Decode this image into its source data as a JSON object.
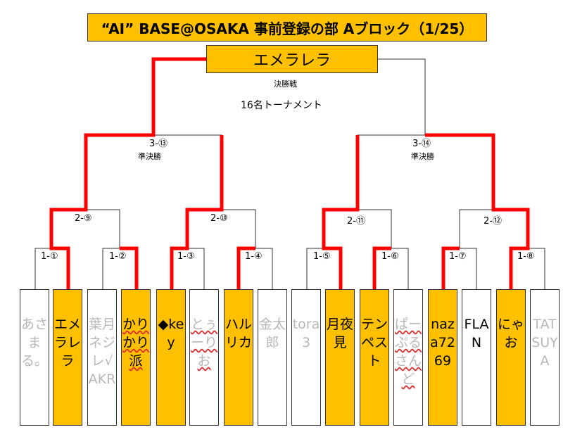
{
  "title": "“AI” BASE@OSAKA 事前登録の部 Aブロック（1/25）",
  "champion": "エメラレラ",
  "final_label": "決勝戦",
  "bracket_size": "16名トーナメント",
  "semifinal_word": "準決勝",
  "matches": {
    "r1": [
      "1-①",
      "1-②",
      "1-③",
      "1-④",
      "1-⑤",
      "1-⑥",
      "1-⑦",
      "1-⑧"
    ],
    "r2": [
      "2-⑨",
      "2-⑩",
      "2-⑪",
      "2-⑫"
    ],
    "r3": [
      "3-⑬",
      "3-⑭"
    ]
  },
  "players": [
    {
      "name": "あさまる。",
      "winner": false
    },
    {
      "name": "エメラレラ",
      "winner": true
    },
    {
      "name": "葉月ネジレ√AKR",
      "winner": false
    },
    {
      "name": "かりかり派",
      "winner": true
    },
    {
      "name": "◆key",
      "winner": true
    },
    {
      "name": "とぅーりお",
      "winner": false
    },
    {
      "name": "ハルリカ",
      "winner": true
    },
    {
      "name": "金太郎",
      "winner": false
    },
    {
      "name": "tora3",
      "winner": false
    },
    {
      "name": "月夜見",
      "winner": true
    },
    {
      "name": "テンペスト",
      "winner": true
    },
    {
      "name": "ぱーぷるさんど",
      "winner": false
    },
    {
      "name": "naza7269",
      "winner": true
    },
    {
      "name": "FLAN",
      "winner": false
    },
    {
      "name": "にゃお",
      "winner": true
    },
    {
      "name": "TATSUYA",
      "winner": false
    }
  ],
  "colors": {
    "winner_fill": "#FFC000",
    "win_path": "#FF0000",
    "line": "#333333",
    "loser_text": "#b8b8b8"
  }
}
